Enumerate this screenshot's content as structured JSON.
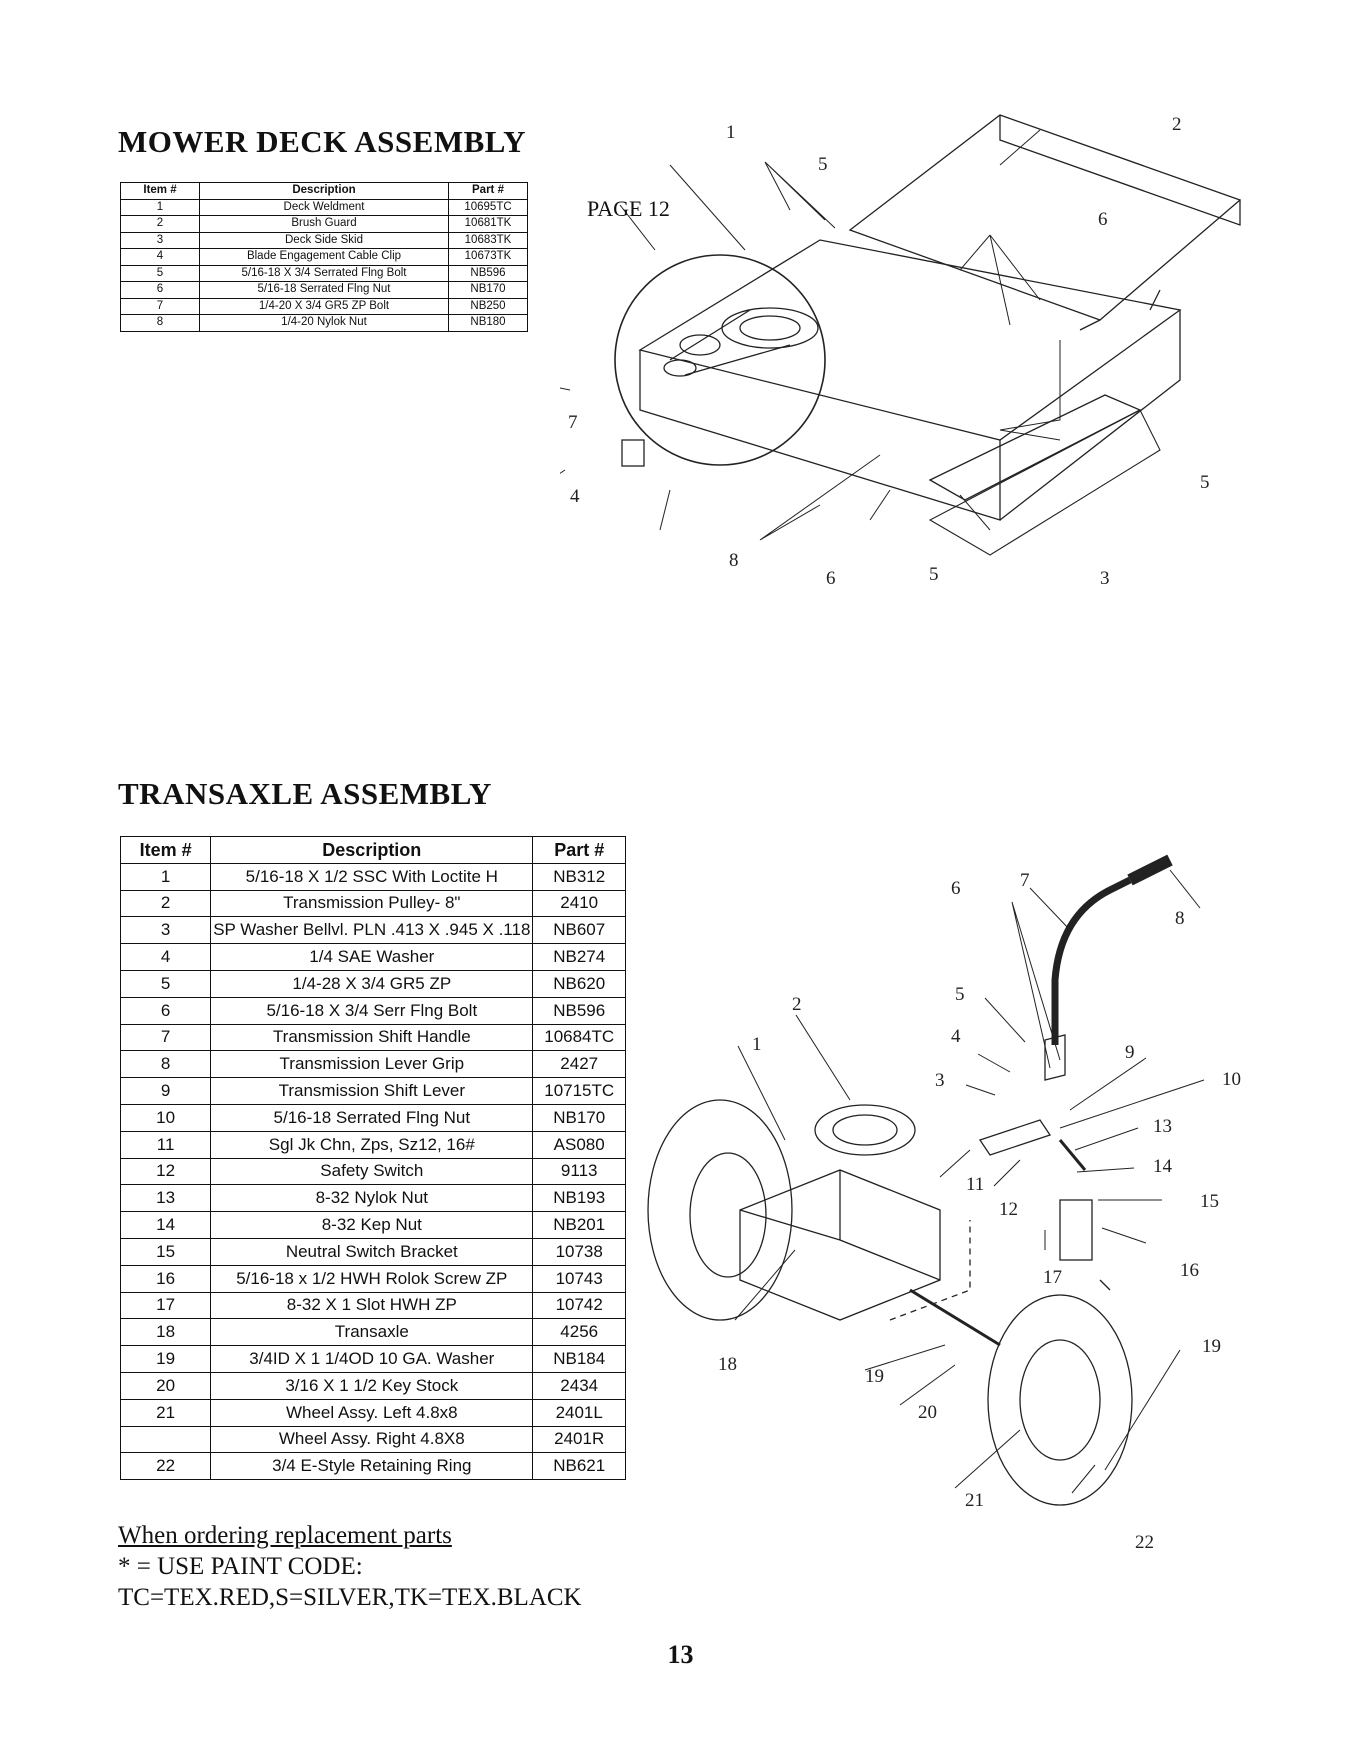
{
  "mower_deck": {
    "title": "MOWER DECK ASSEMBLY",
    "columns": [
      "Item #",
      "Description",
      "Part #"
    ],
    "rows": [
      [
        "1",
        "Deck Weldment",
        "10695TC"
      ],
      [
        "2",
        "Brush Guard",
        "10681TK"
      ],
      [
        "3",
        "Deck Side Skid",
        "10683TK"
      ],
      [
        "4",
        "Blade Engagement Cable Clip",
        "10673TK"
      ],
      [
        "5",
        "5/16-18 X 3/4 Serrated Flng Bolt",
        "NB596"
      ],
      [
        "6",
        "5/16-18 Serrated Flng Nut",
        "NB170"
      ],
      [
        "7",
        "1/4-20 X 3/4 GR5 ZP Bolt",
        "NB250"
      ],
      [
        "8",
        "1/4-20 Nylok Nut",
        "NB180"
      ]
    ],
    "diagram": {
      "page_ref": "PAGE 12",
      "callouts": [
        "1",
        "2",
        "5",
        "6",
        "7",
        "4",
        "5",
        "8",
        "6",
        "5",
        "3"
      ]
    }
  },
  "transaxle": {
    "title": "TRANSAXLE ASSEMBLY",
    "columns": [
      "Item #",
      "Description",
      "Part #"
    ],
    "rows": [
      [
        "1",
        "5/16-18 X 1/2 SSC With Loctite H",
        "NB312"
      ],
      [
        "2",
        "Transmission Pulley- 8\"",
        "2410"
      ],
      [
        "3",
        "SP Washer Bellvl. PLN .413 X .945 X .118",
        "NB607"
      ],
      [
        "4",
        "1/4 SAE Washer",
        "NB274"
      ],
      [
        "5",
        "1/4-28 X 3/4 GR5 ZP",
        "NB620"
      ],
      [
        "6",
        "5/16-18 X 3/4 Serr Flng Bolt",
        "NB596"
      ],
      [
        "7",
        "Transmission Shift Handle",
        "10684TC"
      ],
      [
        "8",
        "Transmission Lever Grip",
        "2427"
      ],
      [
        "9",
        "Transmission Shift Lever",
        "10715TC"
      ],
      [
        "10",
        "5/16-18 Serrated Flng Nut",
        "NB170"
      ],
      [
        "11",
        "Sgl Jk Chn, Zps, Sz12, 16#",
        "AS080"
      ],
      [
        "12",
        "Safety Switch",
        "9113"
      ],
      [
        "13",
        "8-32 Nylok Nut",
        "NB193"
      ],
      [
        "14",
        "8-32 Kep Nut",
        "NB201"
      ],
      [
        "15",
        "Neutral Switch Bracket",
        "10738"
      ],
      [
        "16",
        "5/16-18 x 1/2 HWH Rolok Screw ZP",
        "10743"
      ],
      [
        "17",
        "8-32 X 1 Slot HWH ZP",
        "10742"
      ],
      [
        "18",
        "Transaxle",
        "4256"
      ],
      [
        "19",
        "3/4ID X 1 1/4OD 10 GA. Washer",
        "NB184"
      ],
      [
        "20",
        "3/16 X 1 1/2 Key Stock",
        "2434"
      ],
      [
        "21",
        "Wheel Assy. Left 4.8x8",
        "2401L"
      ],
      [
        "",
        "Wheel Assy. Right 4.8X8",
        "2401R"
      ],
      [
        "22",
        "3/4 E-Style Retaining Ring",
        "NB621"
      ]
    ],
    "diagram": {
      "callouts": [
        "7",
        "8",
        "6",
        "2",
        "5",
        "1",
        "4",
        "9",
        "3",
        "10",
        "13",
        "14",
        "11",
        "12",
        "15",
        "16",
        "17",
        "18",
        "19",
        "19",
        "20",
        "21",
        "22"
      ]
    }
  },
  "ordering_note": {
    "line1": "When ordering replacement parts",
    "line2": "* = USE PAINT CODE:",
    "line3": "TC=TEX.RED,S=SILVER,TK=TEX.BLACK"
  },
  "page_number": "13"
}
